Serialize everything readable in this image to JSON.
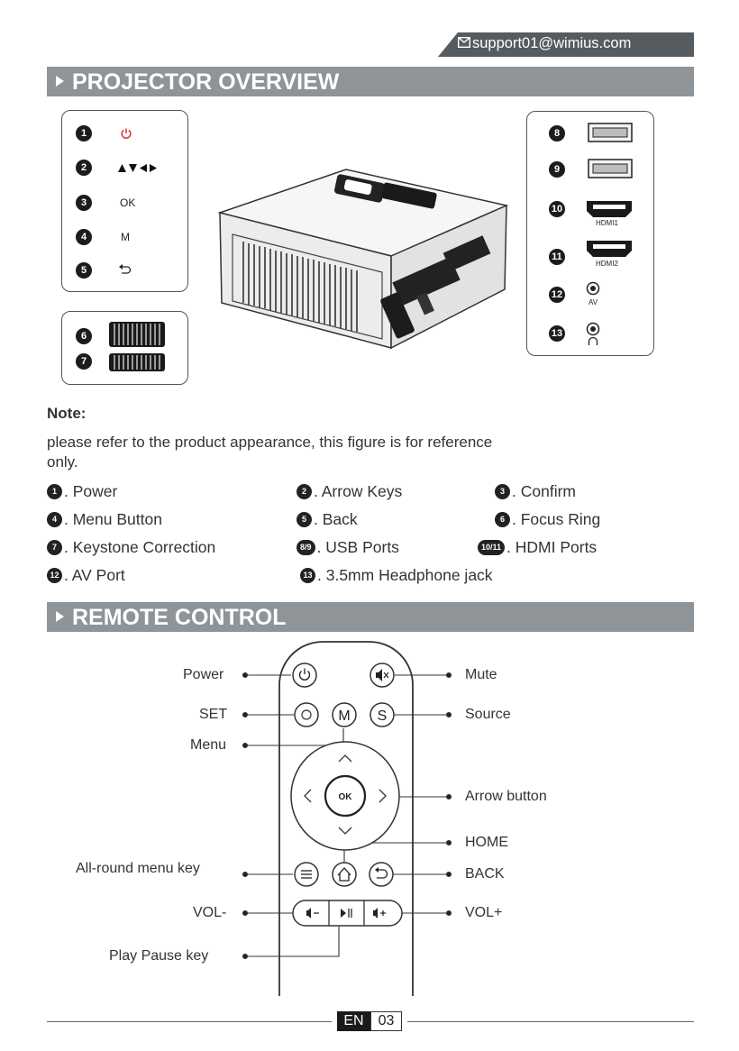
{
  "header": {
    "email": "support01@wimius.com"
  },
  "sections": {
    "overview_title": "PROJECTOR OVERVIEW",
    "remote_title": "REMOTE CONTROL"
  },
  "control_panel": {
    "numbers": [
      "1",
      "2",
      "3",
      "4",
      "5"
    ],
    "ok_label": "OK",
    "m_label": "M",
    "icons": [
      "power-icon",
      "arrows-icon",
      "ok",
      "m",
      "back-icon"
    ]
  },
  "ring_panel": {
    "numbers": [
      "6",
      "7"
    ]
  },
  "ports_panel": {
    "numbers": [
      "8",
      "9",
      "10",
      "11",
      "12",
      "13"
    ],
    "hdmi1_label": "HDMI1",
    "hdmi2_label": "HDMI2",
    "av_label": "AV"
  },
  "note": {
    "heading": "Note:",
    "body": "please refer to the product appearance, this figure is for reference only."
  },
  "legend": [
    {
      "nums": "1",
      "text": ". Power"
    },
    {
      "nums": "2",
      "text": ". Arrow Keys"
    },
    {
      "nums": "3",
      "text": ". Confirm"
    },
    {
      "nums": "4",
      "text": ". Menu Button"
    },
    {
      "nums": "5",
      "text": ". Back"
    },
    {
      "nums": "6",
      "text": ". Focus Ring"
    },
    {
      "nums": "7",
      "text": ". Keystone Correction"
    },
    {
      "nums": "8/9",
      "text": ". USB Ports"
    },
    {
      "nums": "10/11",
      "text": ". HDMI Ports"
    },
    {
      "nums": "12",
      "text": ". AV Port"
    },
    {
      "nums": "13",
      "text": ". 3.5mm Headphone jack"
    }
  ],
  "remote": {
    "labels_left": [
      "Power",
      "SET",
      "Menu",
      "All-round menu key",
      "VOL-",
      "Play Pause key"
    ],
    "labels_right": [
      "Mute",
      "Source",
      "Arrow button",
      "HOME",
      "BACK",
      "VOL+"
    ],
    "ok_label": "OK",
    "m_label": "M",
    "s_label": "S"
  },
  "footer": {
    "lang": "EN",
    "page": "03"
  }
}
